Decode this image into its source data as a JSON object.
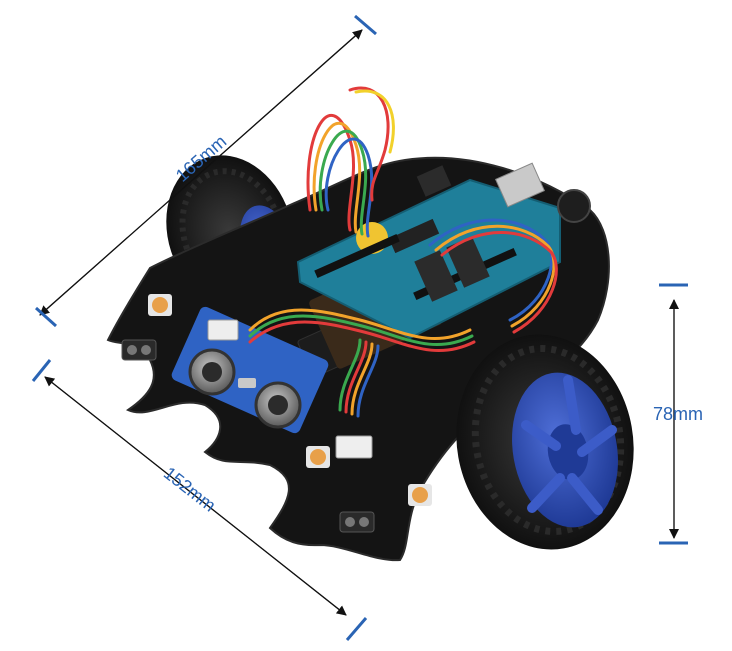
{
  "dimensions": {
    "length_label": "165mm",
    "width_label": "152mm",
    "height_label": "78mm"
  },
  "colors": {
    "dimension_blue": "#2a64b4",
    "arrow_black": "#111111",
    "chassis_black": "#141414",
    "wheel_blue": "#2f4fb0",
    "board_teal": "#1f7f9a"
  }
}
